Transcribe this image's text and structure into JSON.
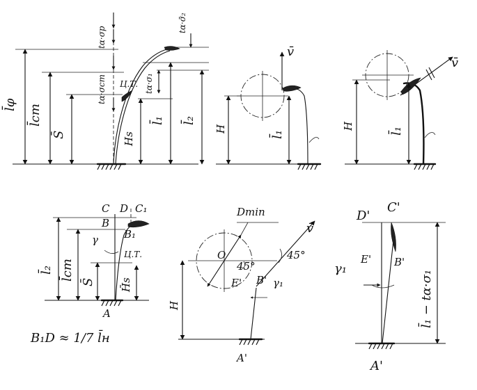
{
  "panel1": {
    "l_phi": "l̄φ",
    "l_st": "l̄ст",
    "s": "S̄",
    "hs": "Hs",
    "l1": "l̄₁",
    "l2": "l̄₂",
    "ta_sigma_p": "tα·σp",
    "ta_sigma_st": "tα·σст",
    "ta_sigma1": "tα·σ₁",
    "ta_sigma2": "tα·σ̄₂",
    "ct": "Ц.Т."
  },
  "panel2": {
    "v": "v̄",
    "h": "H",
    "l1": "l̄₁"
  },
  "panel3": {
    "v": "v̄",
    "h": "H",
    "l1": "l̄₁"
  },
  "panel4": {
    "c": "C",
    "d": "D",
    "c1": "C₁",
    "b": "B",
    "b1": "B₁",
    "gamma": "γ",
    "ct": "Ц.Т.",
    "l2": "l̄₂",
    "l_st": "l̄ст",
    "s": "S̄",
    "hs": "H̄s",
    "a": "A",
    "formula": "B₁D ≈ 1/7 l̄н"
  },
  "panel5": {
    "dmin": "Dmin",
    "v": "v̄",
    "o": "O",
    "angle1": "45°",
    "angle2": "45°",
    "e_prime": "E'",
    "b_prime": "B'",
    "gamma1": "γ₁",
    "h": "H",
    "a_prime": "A'"
  },
  "panel6": {
    "d_prime": "D'",
    "c_prime": "C'",
    "gamma1": "γ₁",
    "e_prime": "E'",
    "b_prime": "B'",
    "formula": "l̄₁ − tα·σ₁",
    "a_prime": "A'"
  }
}
